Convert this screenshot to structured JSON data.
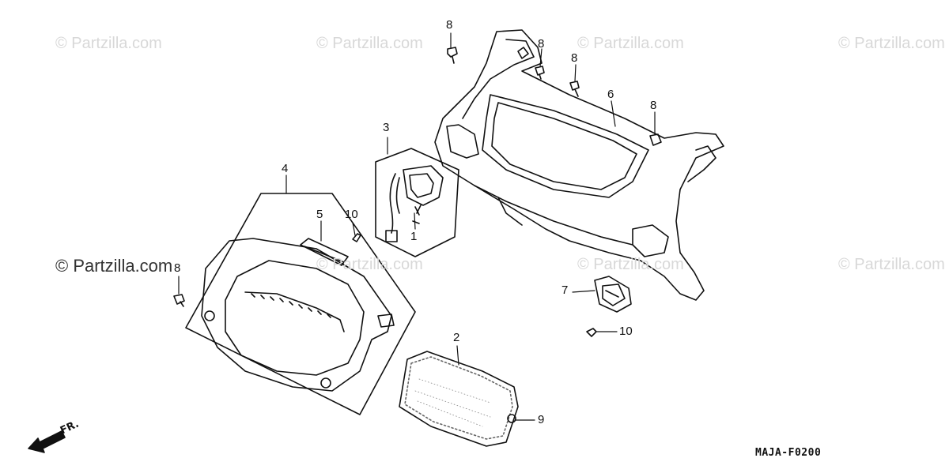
{
  "watermark": {
    "text": "© Partzilla.com",
    "prominent_text": "© Partzilla.com"
  },
  "callouts": {
    "c1": "1",
    "c2": "2",
    "c3": "3",
    "c4": "4",
    "c5": "5",
    "c6": "6",
    "c7": "7",
    "c8a": "8",
    "c8b": "8",
    "c8c": "8",
    "c8d": "8",
    "c8e": "8",
    "c9": "9",
    "c10a": "10",
    "c10b": "10"
  },
  "diagram_code": "MAJA-F0200",
  "direction_label": "FR."
}
